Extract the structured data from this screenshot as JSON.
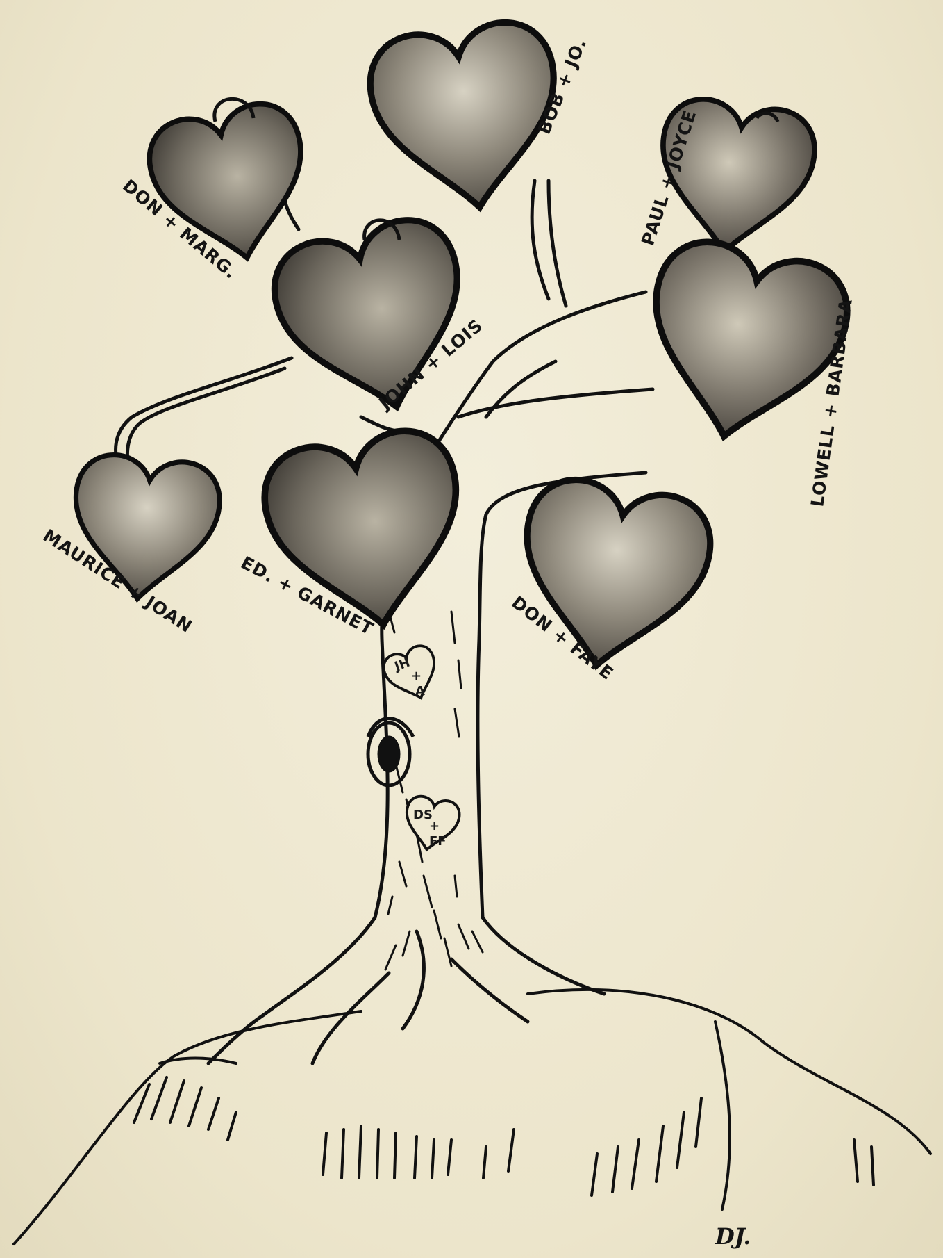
{
  "couples": [
    {
      "id": "bob-jo",
      "label": "BOB + JO."
    },
    {
      "id": "paul-joyce",
      "label": "PAUL + JOYCE"
    },
    {
      "id": "don-marg",
      "label": "DON + MARG."
    },
    {
      "id": "john-lois",
      "label": "JOHN + LOIS"
    },
    {
      "id": "lowell-barbara",
      "label": "LOWELL + BARBARA"
    },
    {
      "id": "maurice-joan",
      "label": "MAURICE + JOAN"
    },
    {
      "id": "ed-garnet",
      "label": "ED. + GARNET"
    },
    {
      "id": "don-faye",
      "label": "DON + FAYE"
    }
  ],
  "carvings": [
    {
      "top": "JH",
      "mid": "+",
      "bottom": "A"
    },
    {
      "top": "DS",
      "mid": "+",
      "bottom": "FF"
    }
  ],
  "signature": "DJ."
}
